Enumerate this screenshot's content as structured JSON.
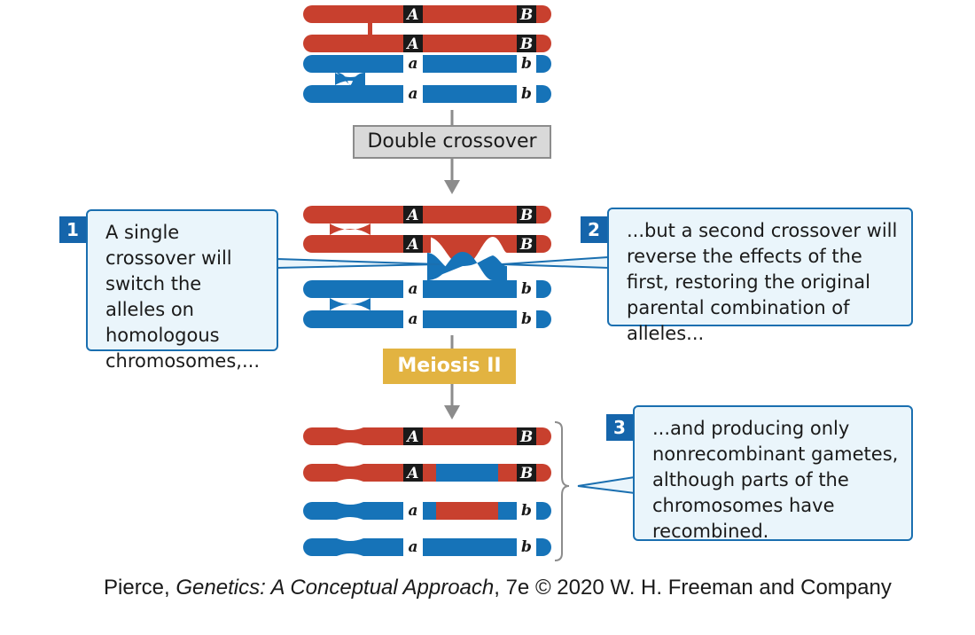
{
  "steps": {
    "double_crossover": "Double crossover",
    "meiosis": "Meiosis II"
  },
  "alleles": {
    "A": "A",
    "B": "B",
    "a": "a",
    "b": "b"
  },
  "callouts": [
    {
      "number": "1",
      "text": "A single crossover will switch the alleles on homologous chromosomes,..."
    },
    {
      "number": "2",
      "text": "...but a second crossover will reverse the effects of the first, restoring the original parental combination of alleles..."
    },
    {
      "number": "3",
      "text": "...and producing only nonrecombinant gametes, although parts of the chromosomes have recombined."
    }
  ],
  "caption": {
    "author": "Pierce, ",
    "title": "Genetics: A Conceptual Approach",
    "rest": ", 7e © 2020 W. H. Freeman and Company"
  },
  "colors": {
    "red": "#c8402e",
    "blue": "#1673b8",
    "gray": "#8c8c8c",
    "callout_border": "#1a6fb0"
  }
}
